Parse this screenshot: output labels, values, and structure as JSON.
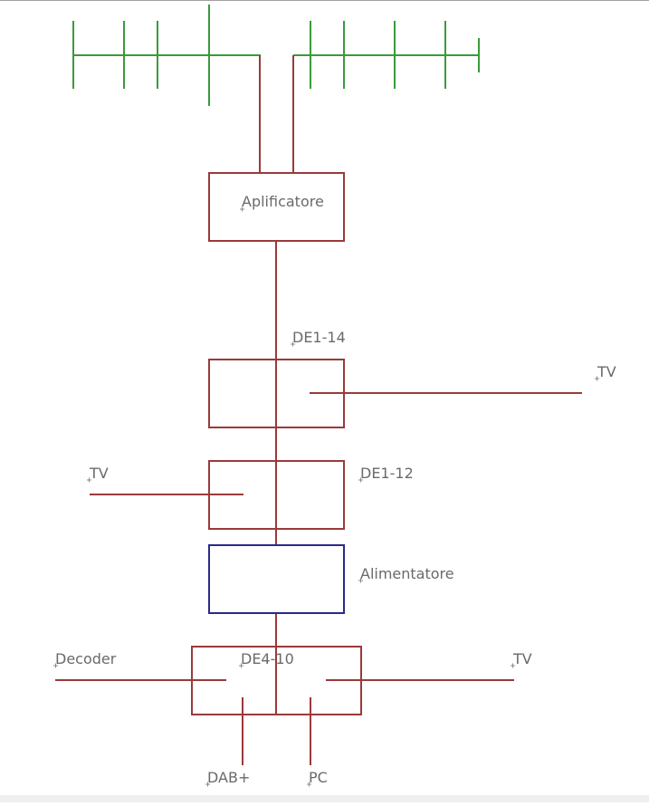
{
  "colors": {
    "antenna": "#3a9a3a",
    "wire": "#9a3a3a",
    "power_box": "#2a2a8a",
    "label": "#6a6a6a",
    "background": "#ffffff"
  },
  "labels": {
    "amplifier": "Aplificatore",
    "splitter_top": "DE1-14",
    "tv_right_top": "TV",
    "tv_left": "TV",
    "splitter_mid": "DE1-12",
    "power_supply": "Alimentatore",
    "decoder": "Decoder",
    "splitter_bottom": "DE4-10",
    "tv_right_bottom": "TV",
    "dab": "DAB+",
    "pc": "PC"
  }
}
